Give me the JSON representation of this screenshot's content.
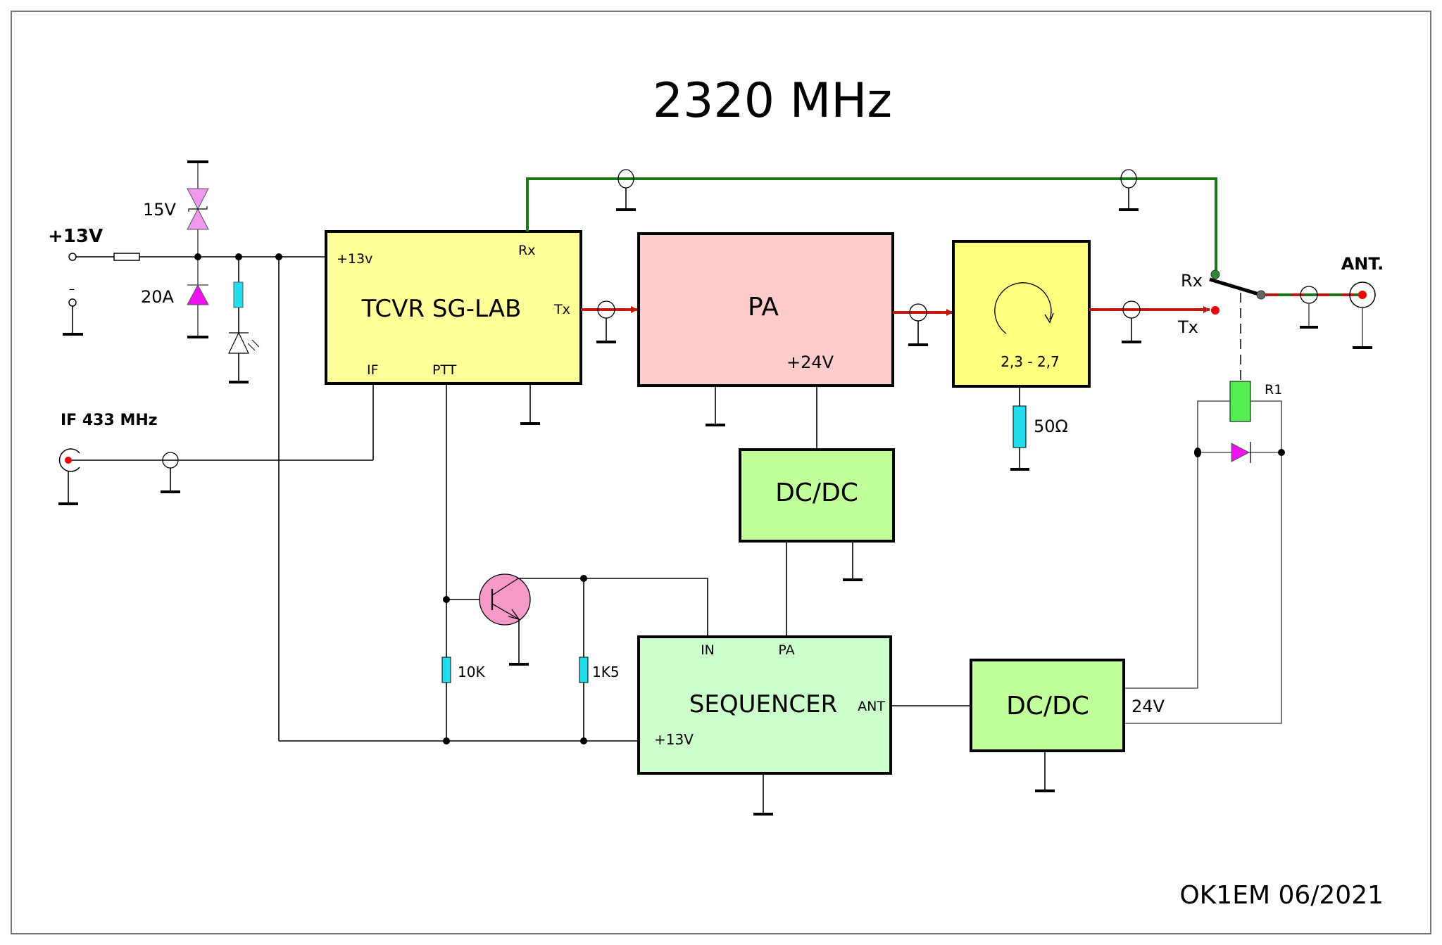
{
  "title": "2320 MHz",
  "footer": "OK1EM  06/2021",
  "power_input": {
    "label": "+13V",
    "minus_label": "–",
    "tvs_label": "15V",
    "diode_label": "20A"
  },
  "if_input": {
    "label": "IF 433 MHz"
  },
  "blocks": {
    "tcvr": {
      "name": "TCVR SG-LAB",
      "pin_13v": "+13v",
      "pin_rx": "Rx",
      "pin_tx": "Tx",
      "pin_if": "IF",
      "pin_ptt": "PTT"
    },
    "pa": {
      "name": "PA",
      "pin_24v": "+24V"
    },
    "circulator": {
      "range": "2,3 - 2,7"
    },
    "dcdc_pa": {
      "name": "DC/DC"
    },
    "sequencer": {
      "name": "SEQUENCER",
      "pin_in": "IN",
      "pin_pa": "PA",
      "pin_ant": "ANT",
      "pin_13v": "+13V"
    },
    "dcdc_relay": {
      "name": "DC/DC",
      "out_label": "24V"
    }
  },
  "components": {
    "load": "50Ω",
    "r_base": "10K",
    "r_collector": "1K5",
    "relay": "R1"
  },
  "switch": {
    "rx_label": "Rx",
    "tx_label": "Tx",
    "ant_label": "ANT."
  },
  "colors": {
    "tcvr_fill": "#ffff99",
    "pa_fill": "#ffcccc",
    "circulator_fill": "#ffff80",
    "dcdc_fill": "#c0ff99",
    "sequencer_fill": "#ccffcc",
    "rx_line": "#1a7a1a",
    "tx_line": "#c0190f",
    "resistor": "#22ddee",
    "relay": "#55ee55",
    "diode": "#ee11ee",
    "tvs": "#ee99ee",
    "transistor": "#f599c8"
  }
}
